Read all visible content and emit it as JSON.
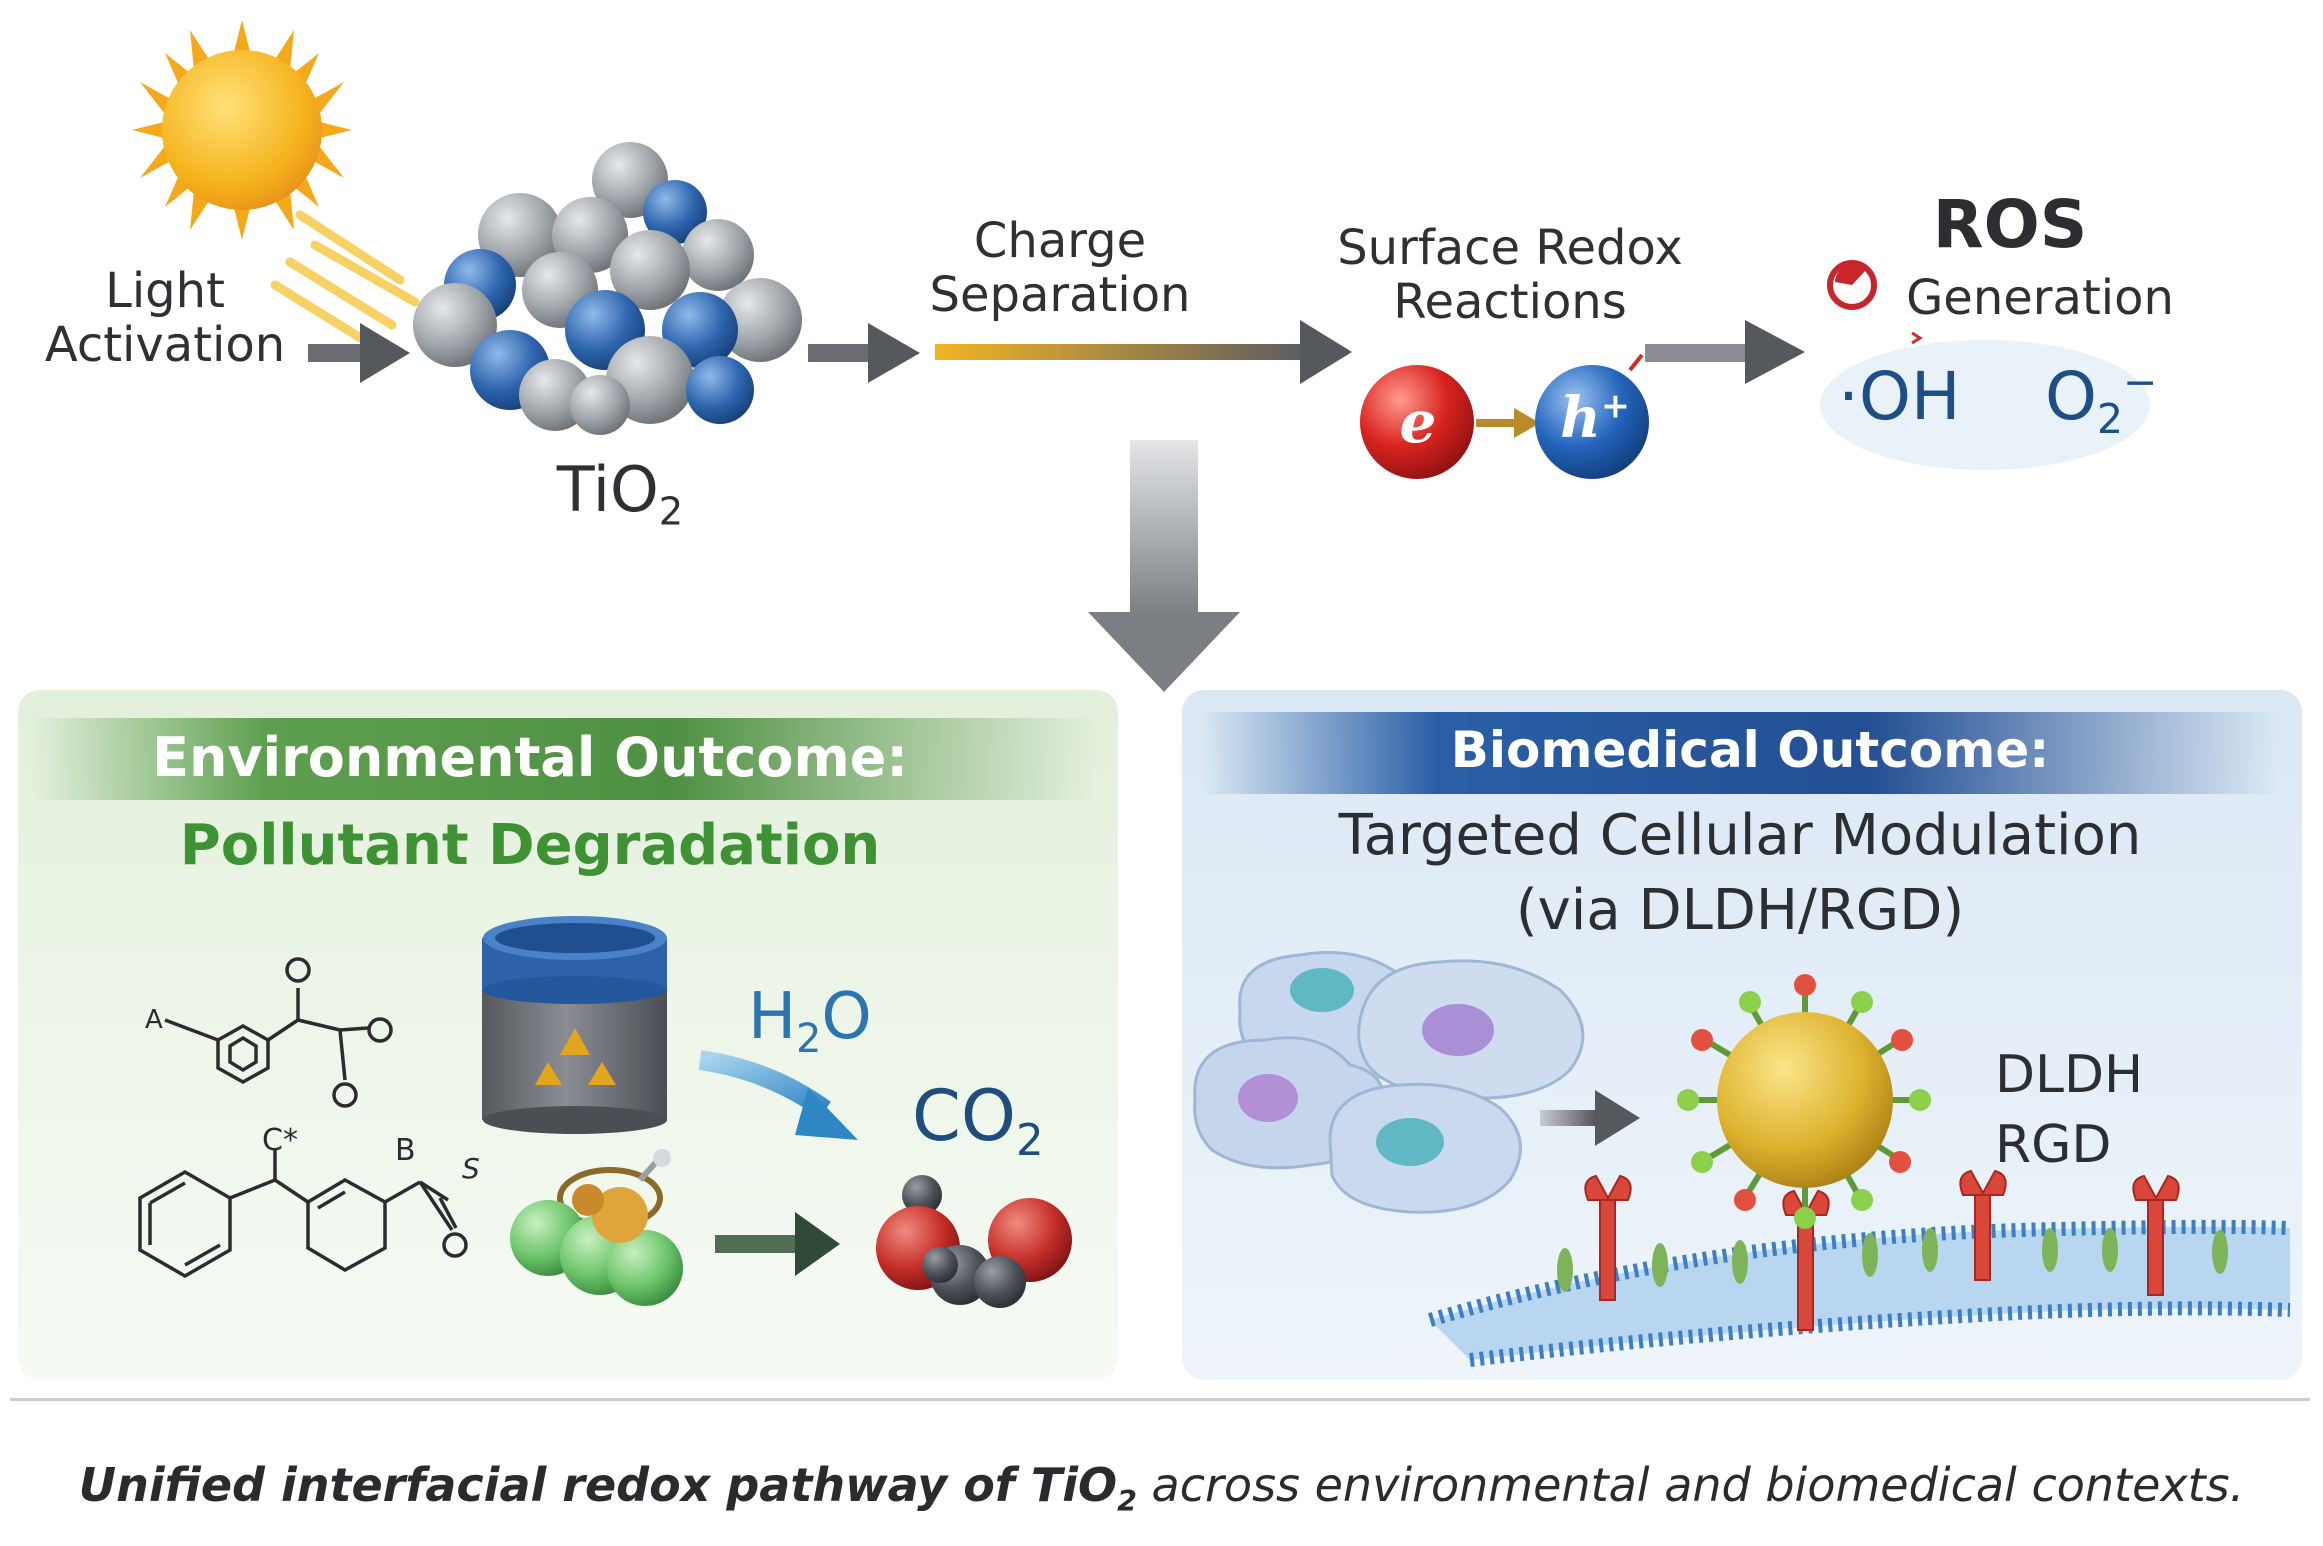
{
  "top_flow": {
    "light_activation": "Light\nActivation",
    "tio2_label": "TiO",
    "tio2_sub": "2",
    "charge_separation": "Charge\nSeparation",
    "surface_redox": "Surface Redox\nReactions",
    "electron_symbol": "e",
    "hole_symbol": "h",
    "hole_sup": "+",
    "ros_title": "ROS",
    "ros_generation": "Generation",
    "hydroxyl_radical": "·OH",
    "superoxide": "O",
    "superoxide_sub": "2",
    "superoxide_sup": "−"
  },
  "environmental": {
    "banner": "Environmental Outcome:",
    "subtitle": "Pollutant Degradation",
    "water": "H",
    "water_sub": "2",
    "water_o": "O",
    "co2": "CO",
    "co2_sub": "2"
  },
  "biomedical": {
    "banner": "Biomedical Outcome:",
    "subtitle_line1": "Targeted Cellular Modulation",
    "subtitle_line2": "(via DLDH/RGD)",
    "dldh": "DLDH",
    "rgd": "RGD"
  },
  "caption": {
    "bold_part": "Unified interfacial redox pathway of TiO",
    "bold_sub": "2",
    "regular_part": " across environmental and biomedical contexts."
  },
  "colors": {
    "env_green": "#3f9233",
    "bio_blue": "#244f93",
    "ros_blue": "#1e4e86",
    "electron_red": "#d11f24",
    "hole_blue": "#1f5fb5",
    "arrow_gray": "#55585c"
  }
}
